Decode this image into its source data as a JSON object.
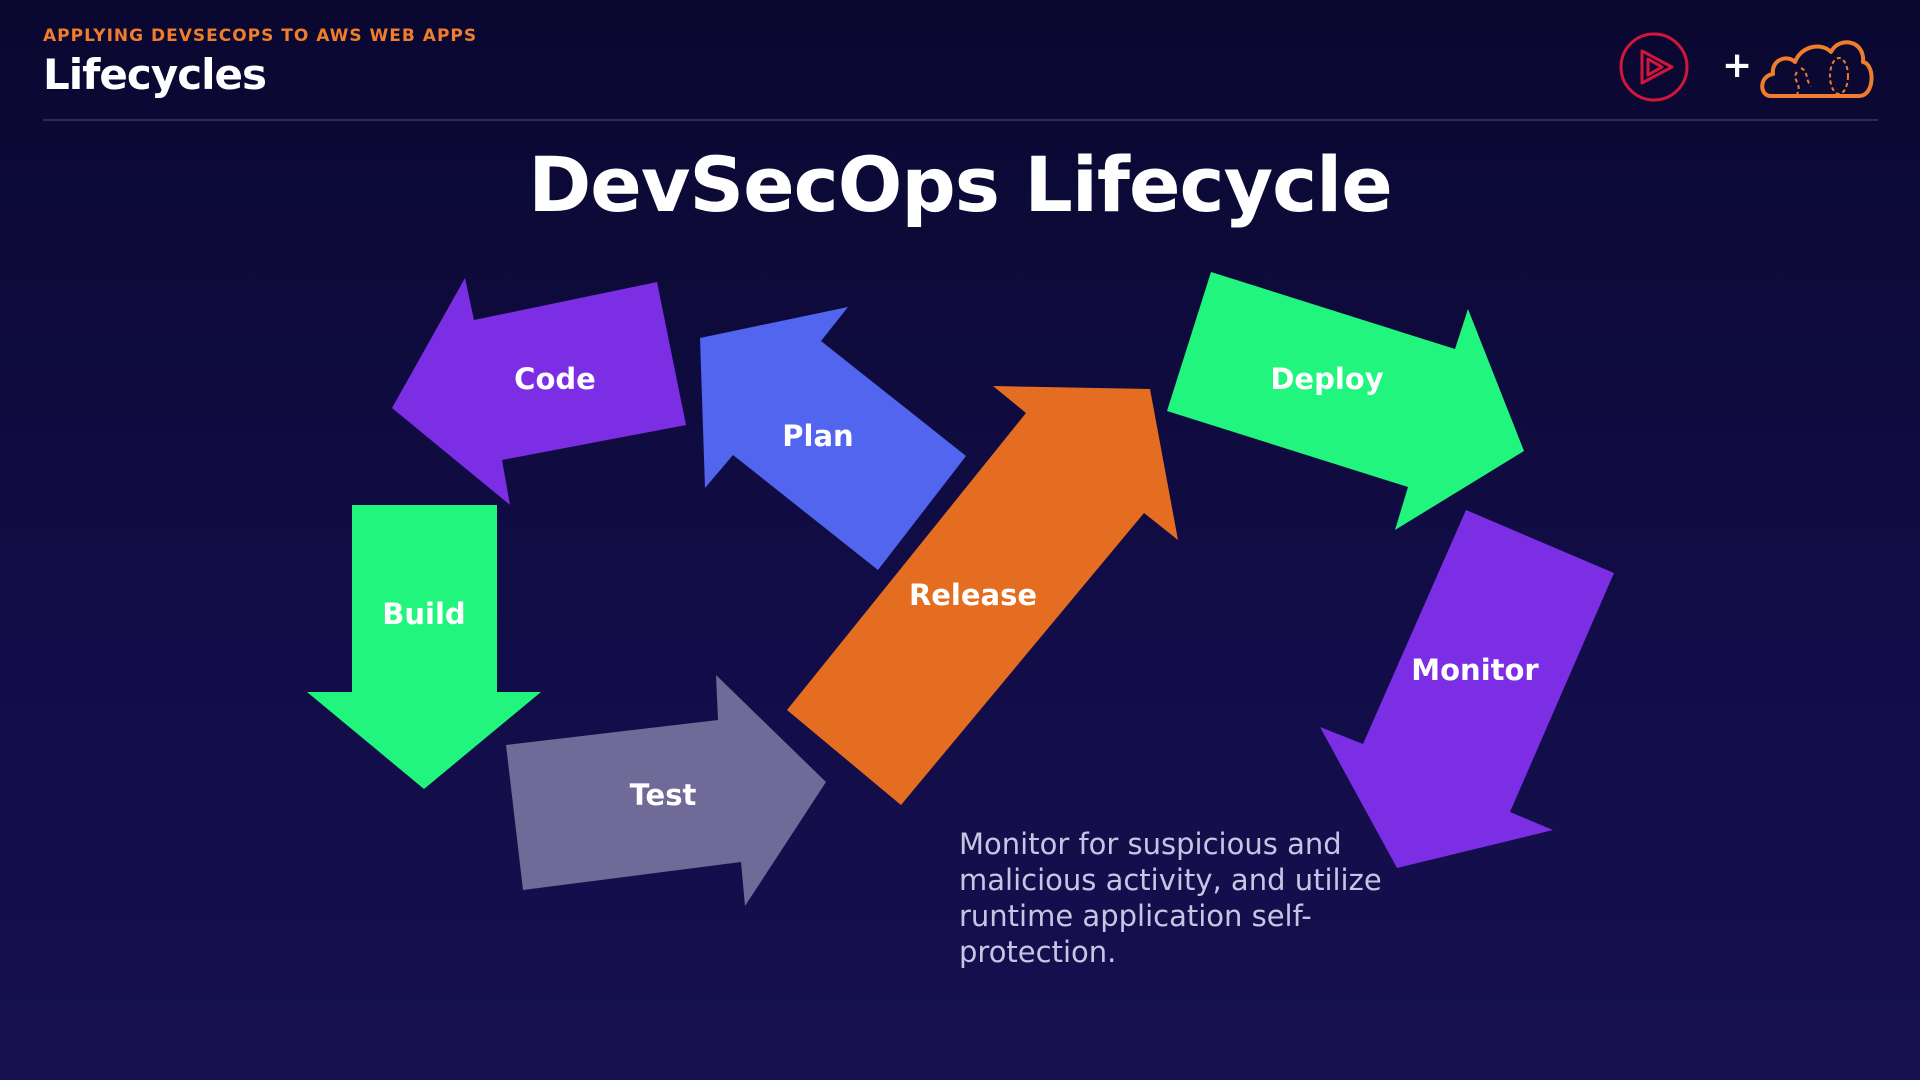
{
  "header": {
    "course": "APPLYING DEVSECOPS TO AWS WEB APPS",
    "section_title": "Lifecycles"
  },
  "logos": {
    "left_icon": "play-circle-icon",
    "plus": "+",
    "right_icon": "cloud-icon"
  },
  "slide": {
    "title": "DevSecOps Lifecycle",
    "description": "Monitor for suspicious and malicious activity, and utilize runtime application self-protection."
  },
  "stages": [
    {
      "label": "Code",
      "color": "#7c2ee5"
    },
    {
      "label": "Plan",
      "color": "#5265ee"
    },
    {
      "label": "Build",
      "color": "#21f57d"
    },
    {
      "label": "Test",
      "color": "#6f6a98"
    },
    {
      "label": "Release",
      "color": "#e46d22"
    },
    {
      "label": "Deploy",
      "color": "#21f57d"
    },
    {
      "label": "Monitor",
      "color": "#7c2ee5"
    }
  ],
  "colors": {
    "accent": "#ef7d2c",
    "brand_red": "#d1163b",
    "background": "#0f0b3f"
  }
}
